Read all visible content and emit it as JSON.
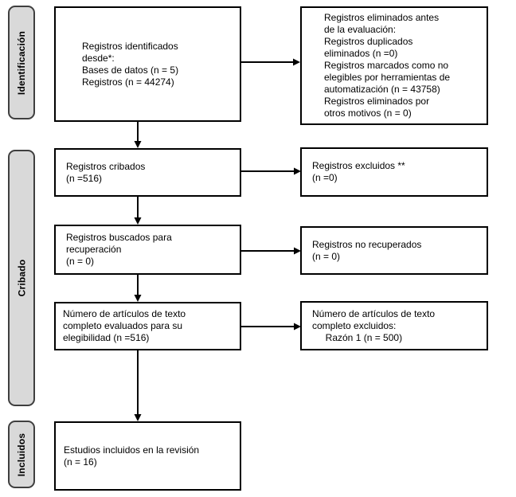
{
  "sidebar": {
    "items": [
      {
        "label": "Identificación"
      },
      {
        "label": "Cribado"
      },
      {
        "label": "Incluidos"
      }
    ]
  },
  "boxes": {
    "identified": "Registros identificados\ndesde*:\nBases de datos (n = 5)\nRegistros (n = 44274)",
    "removed_before_screening": "Registros eliminados antes\nde la evaluación:\nRegistros duplicados\neliminados (n =0)\nRegistros marcados como no\nelegibles por herramientas de\nautomatización (n = 43758)\nRegistros eliminados por\notros motivos (n = 0)",
    "screened": "Registros cribados\n(n =516)",
    "excluded": "Registros excluidos **\n(n =0)",
    "sought_for_retrieval": "Registros buscados para\nrecuperación\n(n = 0)",
    "not_retrieved": "Registros no recuperados\n(n = 0)",
    "assessed_for_eligibility": "Número de artículos de texto\ncompleto evaluados para su\nelegibilidad (n =516)",
    "fulltext_excluded": "Número de artículos de texto\ncompleto excluidos:\n     Razón 1 (n = 500)",
    "included_in_review": "Estudios incluidos en la revisión\n(n = 16)"
  },
  "colors": {
    "stage_fill": "#d9d9d9",
    "stage_border": "#3f3f3f",
    "box_border": "#000000",
    "arrow": "#000000"
  }
}
